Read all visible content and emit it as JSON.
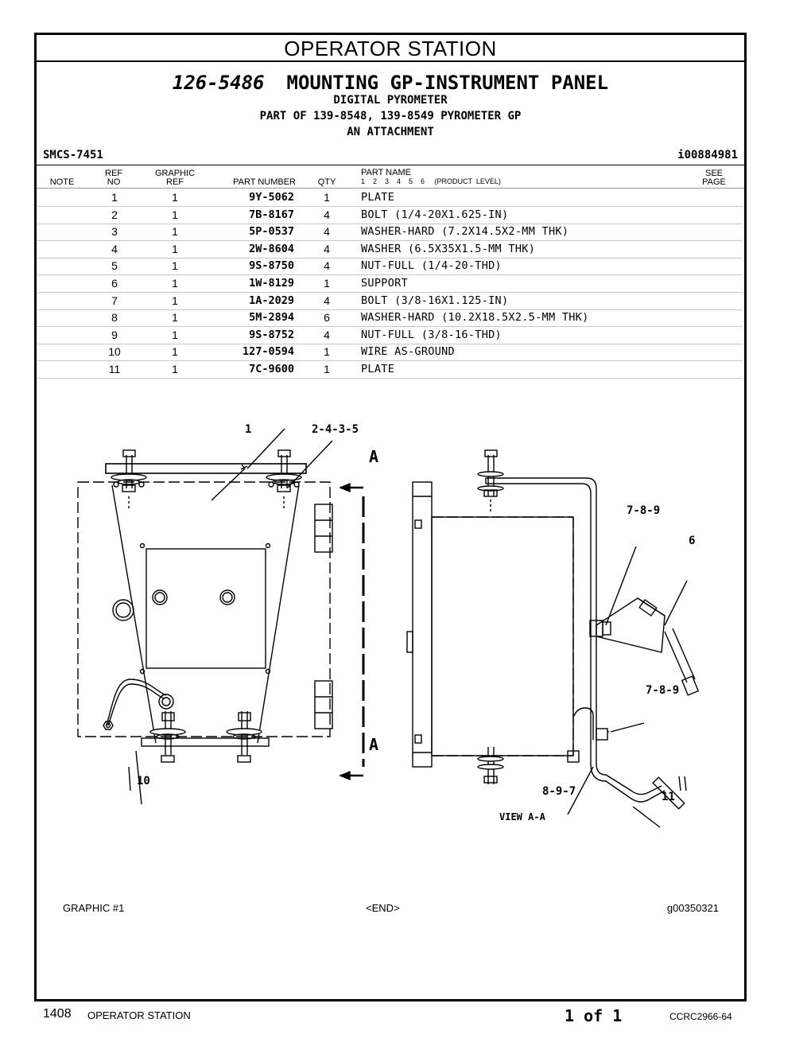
{
  "section_title": "OPERATOR STATION",
  "group": {
    "number": "126-5486",
    "title": "MOUNTING GP-INSTRUMENT PANEL",
    "subtitle1": "DIGITAL PYROMETER",
    "subtitle2": "PART OF 139-8548, 139-8549 PYROMETER GP",
    "subtitle3": "AN ATTACHMENT"
  },
  "smcs": "SMCS-7451",
  "ident": "i00884981",
  "columns": {
    "note": "NOTE",
    "ref_a": "REF",
    "ref_b": "NO",
    "graphic_a": "GRAPHIC",
    "graphic_b": "REF",
    "part_number": "PART NUMBER",
    "qty": "QTY",
    "part_name": "PART  NAME",
    "levels": "1    2    3    4    5    6     (PRODUCT  LEVEL)",
    "see_a": "SEE",
    "see_b": "PAGE"
  },
  "parts": [
    {
      "ref": "1",
      "graphic": "1",
      "pn": "9Y-5062",
      "qty": "1",
      "name": "PLATE"
    },
    {
      "ref": "2",
      "graphic": "1",
      "pn": "7B-8167",
      "qty": "4",
      "name": "BOLT (1/4-20X1.625-IN)"
    },
    {
      "ref": "3",
      "graphic": "1",
      "pn": "5P-0537",
      "qty": "4",
      "name": "WASHER-HARD (7.2X14.5X2-MM THK)"
    },
    {
      "ref": "4",
      "graphic": "1",
      "pn": "2W-8604",
      "qty": "4",
      "name": "WASHER (6.5X35X1.5-MM THK)"
    },
    {
      "ref": "5",
      "graphic": "1",
      "pn": "9S-8750",
      "qty": "4",
      "name": "NUT-FULL (1/4-20-THD)"
    },
    {
      "ref": "6",
      "graphic": "1",
      "pn": "1W-8129",
      "qty": "1",
      "name": "SUPPORT"
    },
    {
      "ref": "7",
      "graphic": "1",
      "pn": "1A-2029",
      "qty": "4",
      "name": "BOLT (3/8-16X1.125-IN)"
    },
    {
      "ref": "8",
      "graphic": "1",
      "pn": "5M-2894",
      "qty": "6",
      "name": "WASHER-HARD (10.2X18.5X2.5-MM THK)"
    },
    {
      "ref": "9",
      "graphic": "1",
      "pn": "9S-8752",
      "qty": "4",
      "name": "NUT-FULL (3/8-16-THD)"
    },
    {
      "ref": "10",
      "graphic": "1",
      "pn": "127-0594",
      "qty": "1",
      "name": "WIRE AS-GROUND"
    },
    {
      "ref": "11",
      "graphic": "1",
      "pn": "7C-9600",
      "qty": "1",
      "name": "PLATE"
    }
  ],
  "callouts": {
    "c1": "1",
    "c2435": "2-4-3-5",
    "a_top": "A",
    "a_bottom": "A",
    "c789_top": "7-8-9",
    "c6": "6",
    "c789_mid": "7-8-9",
    "c897": "8-9-7",
    "c11": "11",
    "c10": "10",
    "view": "VIEW A-A"
  },
  "graphic_label": "GRAPHIC #1",
  "end_marker": "<END>",
  "graphic_id": "g00350321",
  "footer": {
    "page": "1408",
    "section": "OPERATOR STATION",
    "page_of": "1 of 1",
    "doc_code": "CCRC2966-64"
  }
}
